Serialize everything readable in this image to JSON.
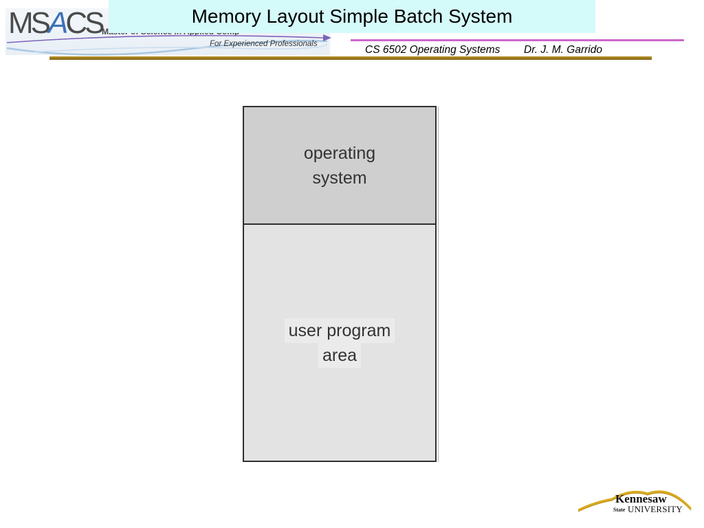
{
  "slide": {
    "title": "Memory Layout Simple Batch System",
    "course": "CS 6502 Operating Systems",
    "instructor": "Dr. J. M. Garrido"
  },
  "header_logo": {
    "letters_ms": "MS",
    "letter_a": "A",
    "letters_cs": "CS",
    "tagline": "Master of Science in Applied Comp",
    "subtitle": "For Experienced Professionals"
  },
  "diagram": {
    "regions": [
      {
        "lines": [
          "operating",
          "system"
        ],
        "fill": "#cfcfcf"
      },
      {
        "lines": [
          "user program",
          "area"
        ],
        "fill": "#e3e3e3"
      }
    ]
  },
  "footer_logo": {
    "name": "Kennesaw",
    "state": "State",
    "university": "UNIVERSITY"
  },
  "colors": {
    "title_background": "#d5fafa",
    "rule_purple": "#cc66cc",
    "rule_gold": "#9e7c1c",
    "border": "#2e2e2e",
    "ksu_gold": "#d9aa1e"
  }
}
